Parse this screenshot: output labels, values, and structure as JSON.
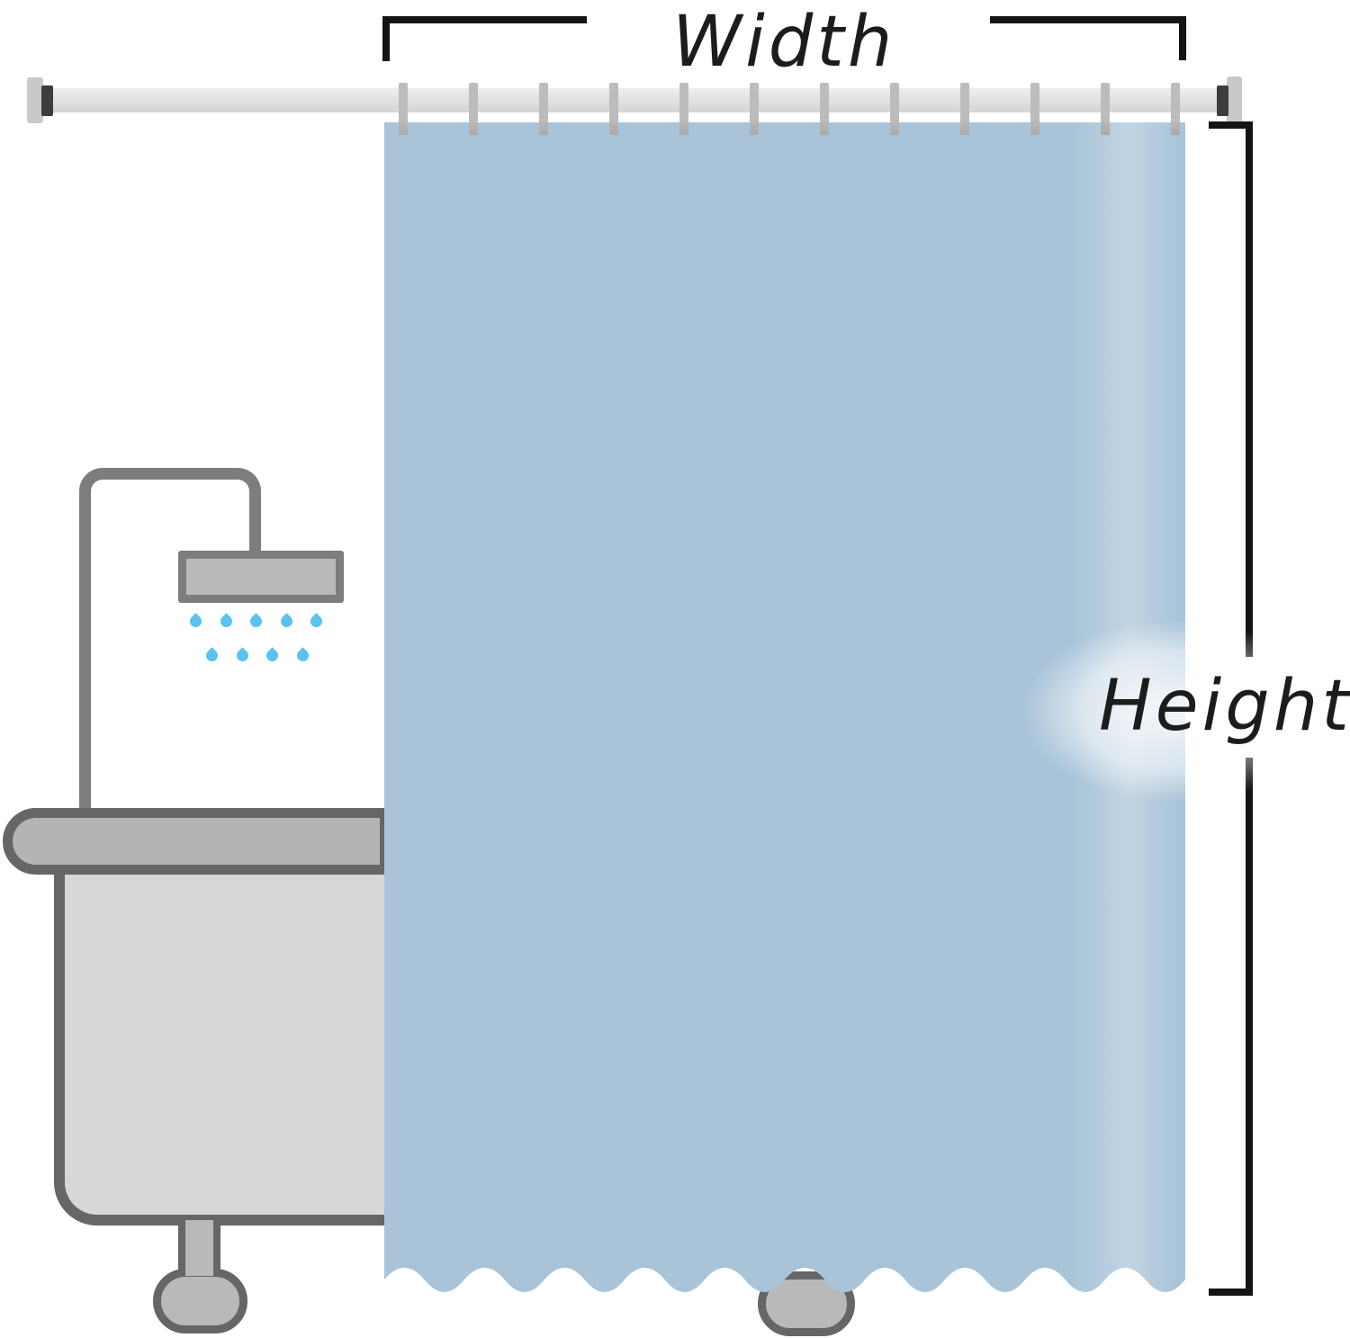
{
  "labels": {
    "width": "Width",
    "height": "Height"
  },
  "curtain": {
    "hook_count": 12
  },
  "shower": {
    "drops_row1": 5,
    "drops_row2": 4
  },
  "colors": {
    "curtain": "#a9c4d9",
    "curtain_hi": "#c2d4e2",
    "drop": "#5bc2f0",
    "rod": "#e3e3e3",
    "mount_plate": "#c9c9c9",
    "mount_cap": "#3d3d3d",
    "hook": "#bcbcbc",
    "pipe": "#7d7d7d",
    "head_fill": "#b9b9b9",
    "tub_outline": "#666666",
    "tub_rim": "#b4b4b4",
    "tub_body": "#d5d7d9",
    "foot_fill": "#b9b9b9",
    "bracket": "#141414",
    "ink": "#1c1c1c"
  }
}
